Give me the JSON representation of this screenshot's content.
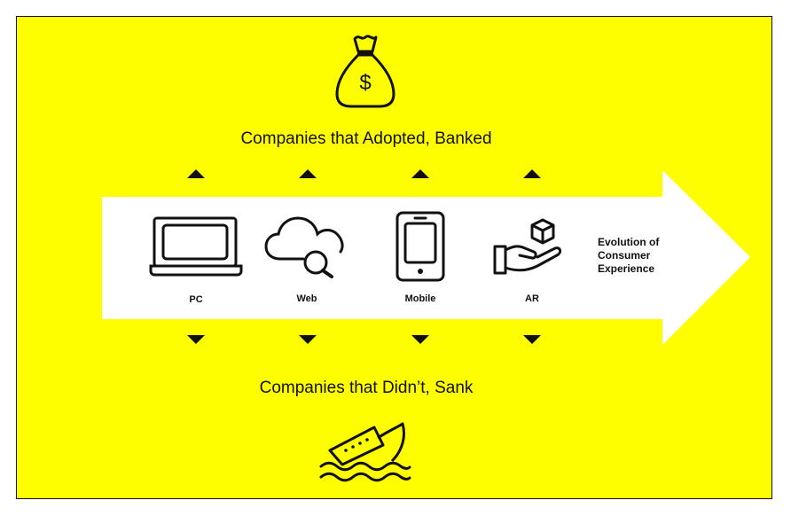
{
  "colors": {
    "background": "#fefe00",
    "arrow": "#ffffff",
    "ink": "#111111"
  },
  "top_heading": "Companies that Adopted, Banked",
  "bottom_heading": "Companies that Didn’t, Sank",
  "money_bag_symbol": "$",
  "items": [
    {
      "label": "PC",
      "icon": "laptop-icon"
    },
    {
      "label": "Web",
      "icon": "cloud-search-icon"
    },
    {
      "label": "Mobile",
      "icon": "smartphone-icon"
    },
    {
      "label": "AR",
      "icon": "hand-cube-icon"
    }
  ],
  "evolution_label": [
    "Evolution of",
    "Consumer",
    "Experience"
  ]
}
